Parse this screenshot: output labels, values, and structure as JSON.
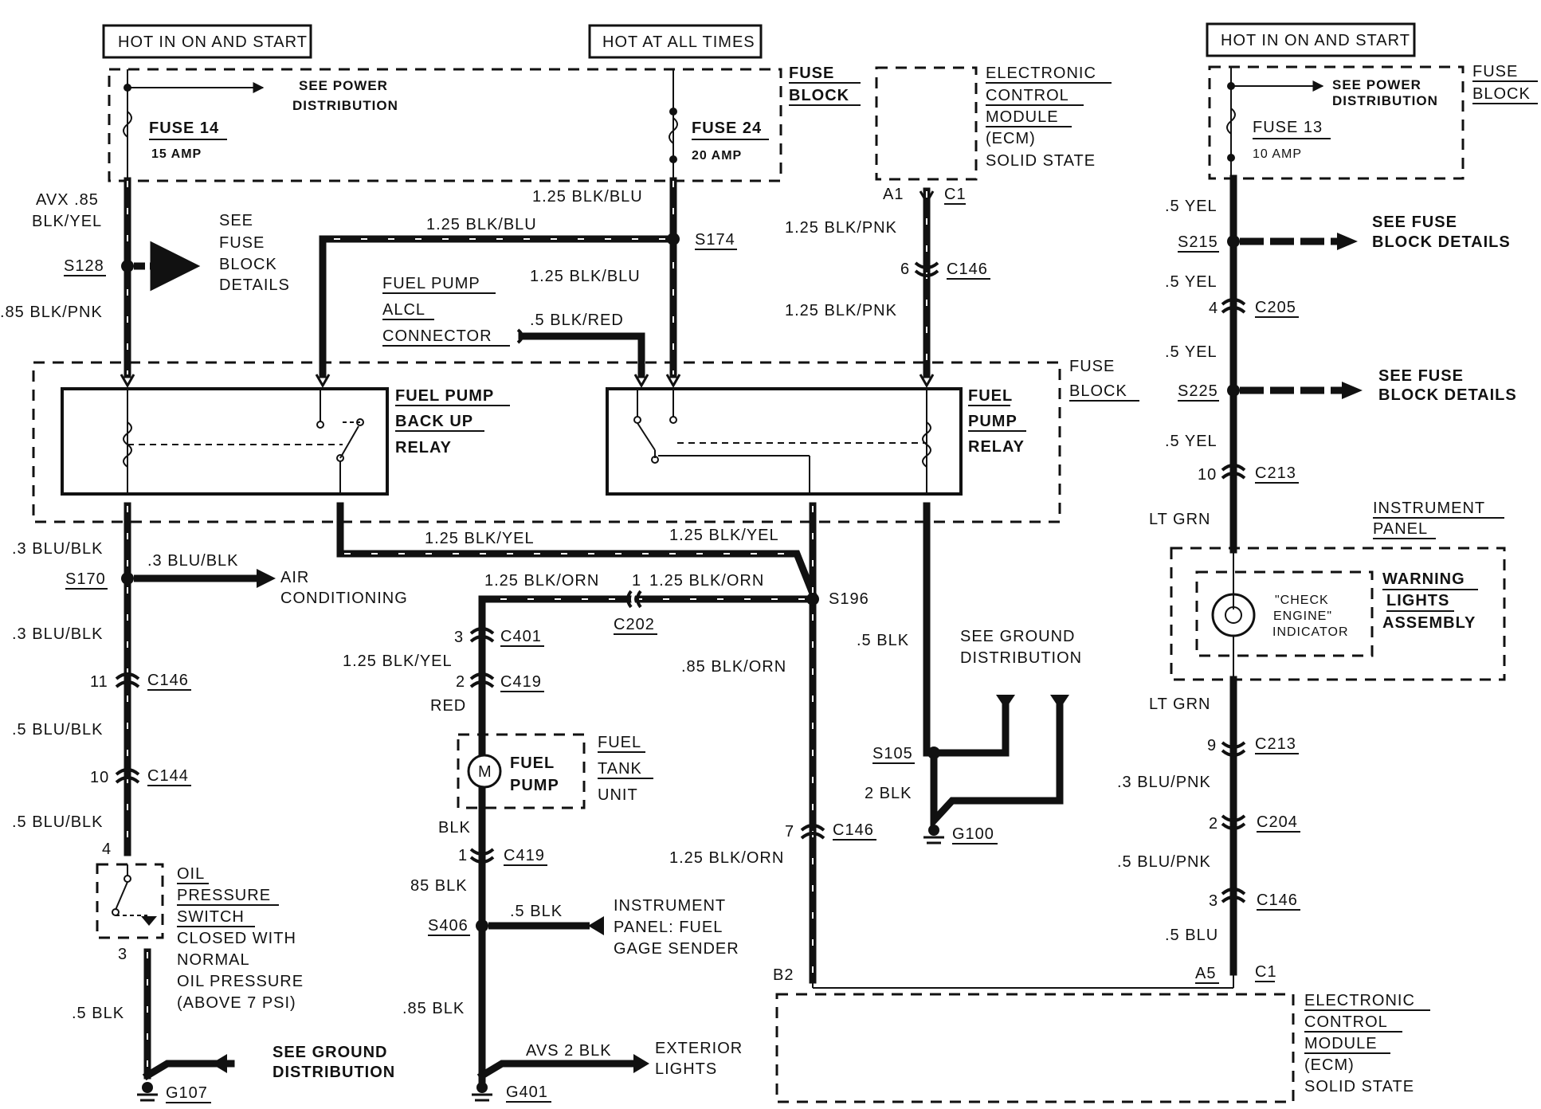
{
  "power_labels": {
    "left": "HOT IN ON AND START",
    "middle": "HOT AT ALL TIMES",
    "right": "HOT IN ON AND START"
  },
  "fuse_block_top": {
    "title_line1": "FUSE",
    "title_line2": "BLOCK",
    "see_power_line1": "SEE POWER",
    "see_power_line2": "DISTRIBUTION",
    "fuse14": "FUSE 14",
    "fuse14_amp": "15 AMP",
    "fuse24": "FUSE 24",
    "fuse24_amp": "20 AMP"
  },
  "ecm_top": {
    "line1": "ELECTRONIC",
    "line2": "CONTROL",
    "line3": "MODULE",
    "line4": "(ECM)",
    "line5": "SOLID STATE",
    "pin": "A1",
    "conn": "C1"
  },
  "fuse_block_right": {
    "title_line1": "FUSE",
    "title_line2": "BLOCK",
    "see_power_line1": "SEE POWER",
    "see_power_line2": "DISTRIBUTION",
    "fuse13": "FUSE 13",
    "fuse13_amp": "10 AMP"
  },
  "left_col": {
    "w1a": "AVX .85",
    "w1b": "BLK/YEL",
    "s128": "S128",
    "see_fuse": [
      "SEE",
      "FUSE",
      "BLOCK",
      "DETAILS"
    ],
    "w2": ".85 BLK/PNK",
    "w3": ".3 BLU/BLK",
    "s170": "S170",
    "s170_branch": ".3 BLU/BLK",
    "air1": "AIR",
    "air2": "CONDITIONING",
    "w4": ".3 BLU/BLK",
    "c146_pin": "11",
    "c146": "C146",
    "w5": ".5 BLU/BLK",
    "c144_pin": "10",
    "c144": "C144",
    "w6": ".5 BLU/BLK",
    "switch_pin_top": "4",
    "switch_pin_bot": "3",
    "oil": [
      "OIL",
      "PRESSURE",
      "SWITCH",
      "CLOSED WITH",
      "NORMAL",
      "OIL PRESSURE",
      "(ABOVE 7 PSI)"
    ],
    "w7": ".5 BLK",
    "see_ground1": "SEE GROUND",
    "see_ground2": "DISTRIBUTION",
    "g107": "G107"
  },
  "relays": {
    "backup1": "FUEL PUMP",
    "backup2": "BACK UP",
    "backup3": "RELAY",
    "fpr1": "FUEL",
    "fpr2": "PUMP",
    "fpr3": "RELAY",
    "mid_block1": "FUSE",
    "mid_block2": "BLOCK"
  },
  "middle": {
    "w_blkblu_a": "1.25 BLK/BLU",
    "w_blkblu_b": "1.25 BLK/BLU",
    "w_blkblu_c": "1.25 BLK/BLU",
    "s174": "S174",
    "alcl1": "FUEL PUMP",
    "alcl2": "ALCL",
    "alcl3": "CONNECTOR",
    "alcl_wire": ".5 BLK/RED",
    "w_blkyel_a": "1.25 BLK/YEL",
    "w_blkyel_b": "1.25 BLK/YEL",
    "w_blkorn_a": "1.25 BLK/ORN",
    "c202_pin": "1",
    "w_blkorn_b": "1.25 BLK/ORN",
    "c202": "C202",
    "s196": "S196",
    "c401_pin": "3",
    "c401": "C401",
    "w_blkyel_c": "1.25 BLK/YEL",
    "c419_pin_a": "2",
    "c419_a": "C419",
    "red": "RED",
    "motor": "M",
    "fuel_pump1": "FUEL",
    "fuel_pump2": "PUMP",
    "tank1": "FUEL",
    "tank2": "TANK",
    "tank3": "UNIT",
    "blk": "BLK",
    "c419_pin_b": "1",
    "c419_b": "C419",
    "w85blk": "85 BLK",
    "s406": "S406",
    "s406_wire": ".5 BLK",
    "ip1": "INSTRUMENT",
    "ip2": "PANEL: FUEL",
    "ip3": "GAGE SENDER",
    "w85blk_b": ".85 BLK",
    "avs": "AVS 2 BLK",
    "ext1": "EXTERIOR",
    "ext2": "LIGHTS",
    "g401": "G401",
    "w85blkorn": ".85 BLK/ORN",
    "c146_pin": "7",
    "c146": "C146",
    "w125blkorn": "1.25 BLK/ORN",
    "b2": "B2"
  },
  "ecm_col": {
    "w_pnk_a": "1.25 BLK/PNK",
    "c146_pin": "6",
    "c146": "C146",
    "w_pnk_b": "1.25 BLK/PNK",
    "w_5blk": ".5 BLK",
    "see_ground1": "SEE GROUND",
    "see_ground2": "DISTRIBUTION",
    "s105": "S105",
    "w_2blk": "2 BLK",
    "g100": "G100"
  },
  "right_col": {
    "w1": ".5 YEL",
    "s215": "S215",
    "see1a": "SEE FUSE",
    "see1b": "BLOCK DETAILS",
    "w2": ".5 YEL",
    "c205_pin": "4",
    "c205": "C205",
    "w3": ".5 YEL",
    "s225": "S225",
    "see2a": "SEE FUSE",
    "see2b": "BLOCK DETAILS",
    "w4": ".5 YEL",
    "c213_pin_a": "10",
    "c213_a": "C213",
    "w5": "LT GRN",
    "ip1": "INSTRUMENT",
    "ip2": "PANEL",
    "check1": "\"CHECK",
    "check2": "ENGINE\"",
    "check3": "INDICATOR",
    "wl1": "WARNING",
    "wl2": "LIGHTS",
    "wl3": "ASSEMBLY",
    "w6": "LT GRN",
    "c213_pin_b": "9",
    "c213_b": "C213",
    "w7": ".3 BLU/PNK",
    "c204_pin": "2",
    "c204": "C204",
    "w8": ".5 BLU/PNK",
    "c146_pin": "3",
    "c146": "C146",
    "w9": ".5 BLU",
    "a5": "A5",
    "c1": "C1"
  },
  "ecm_bottom": {
    "line1": "ELECTRONIC",
    "line2": "CONTROL",
    "line3": "MODULE",
    "line4": "(ECM)",
    "line5": "SOLID STATE"
  }
}
